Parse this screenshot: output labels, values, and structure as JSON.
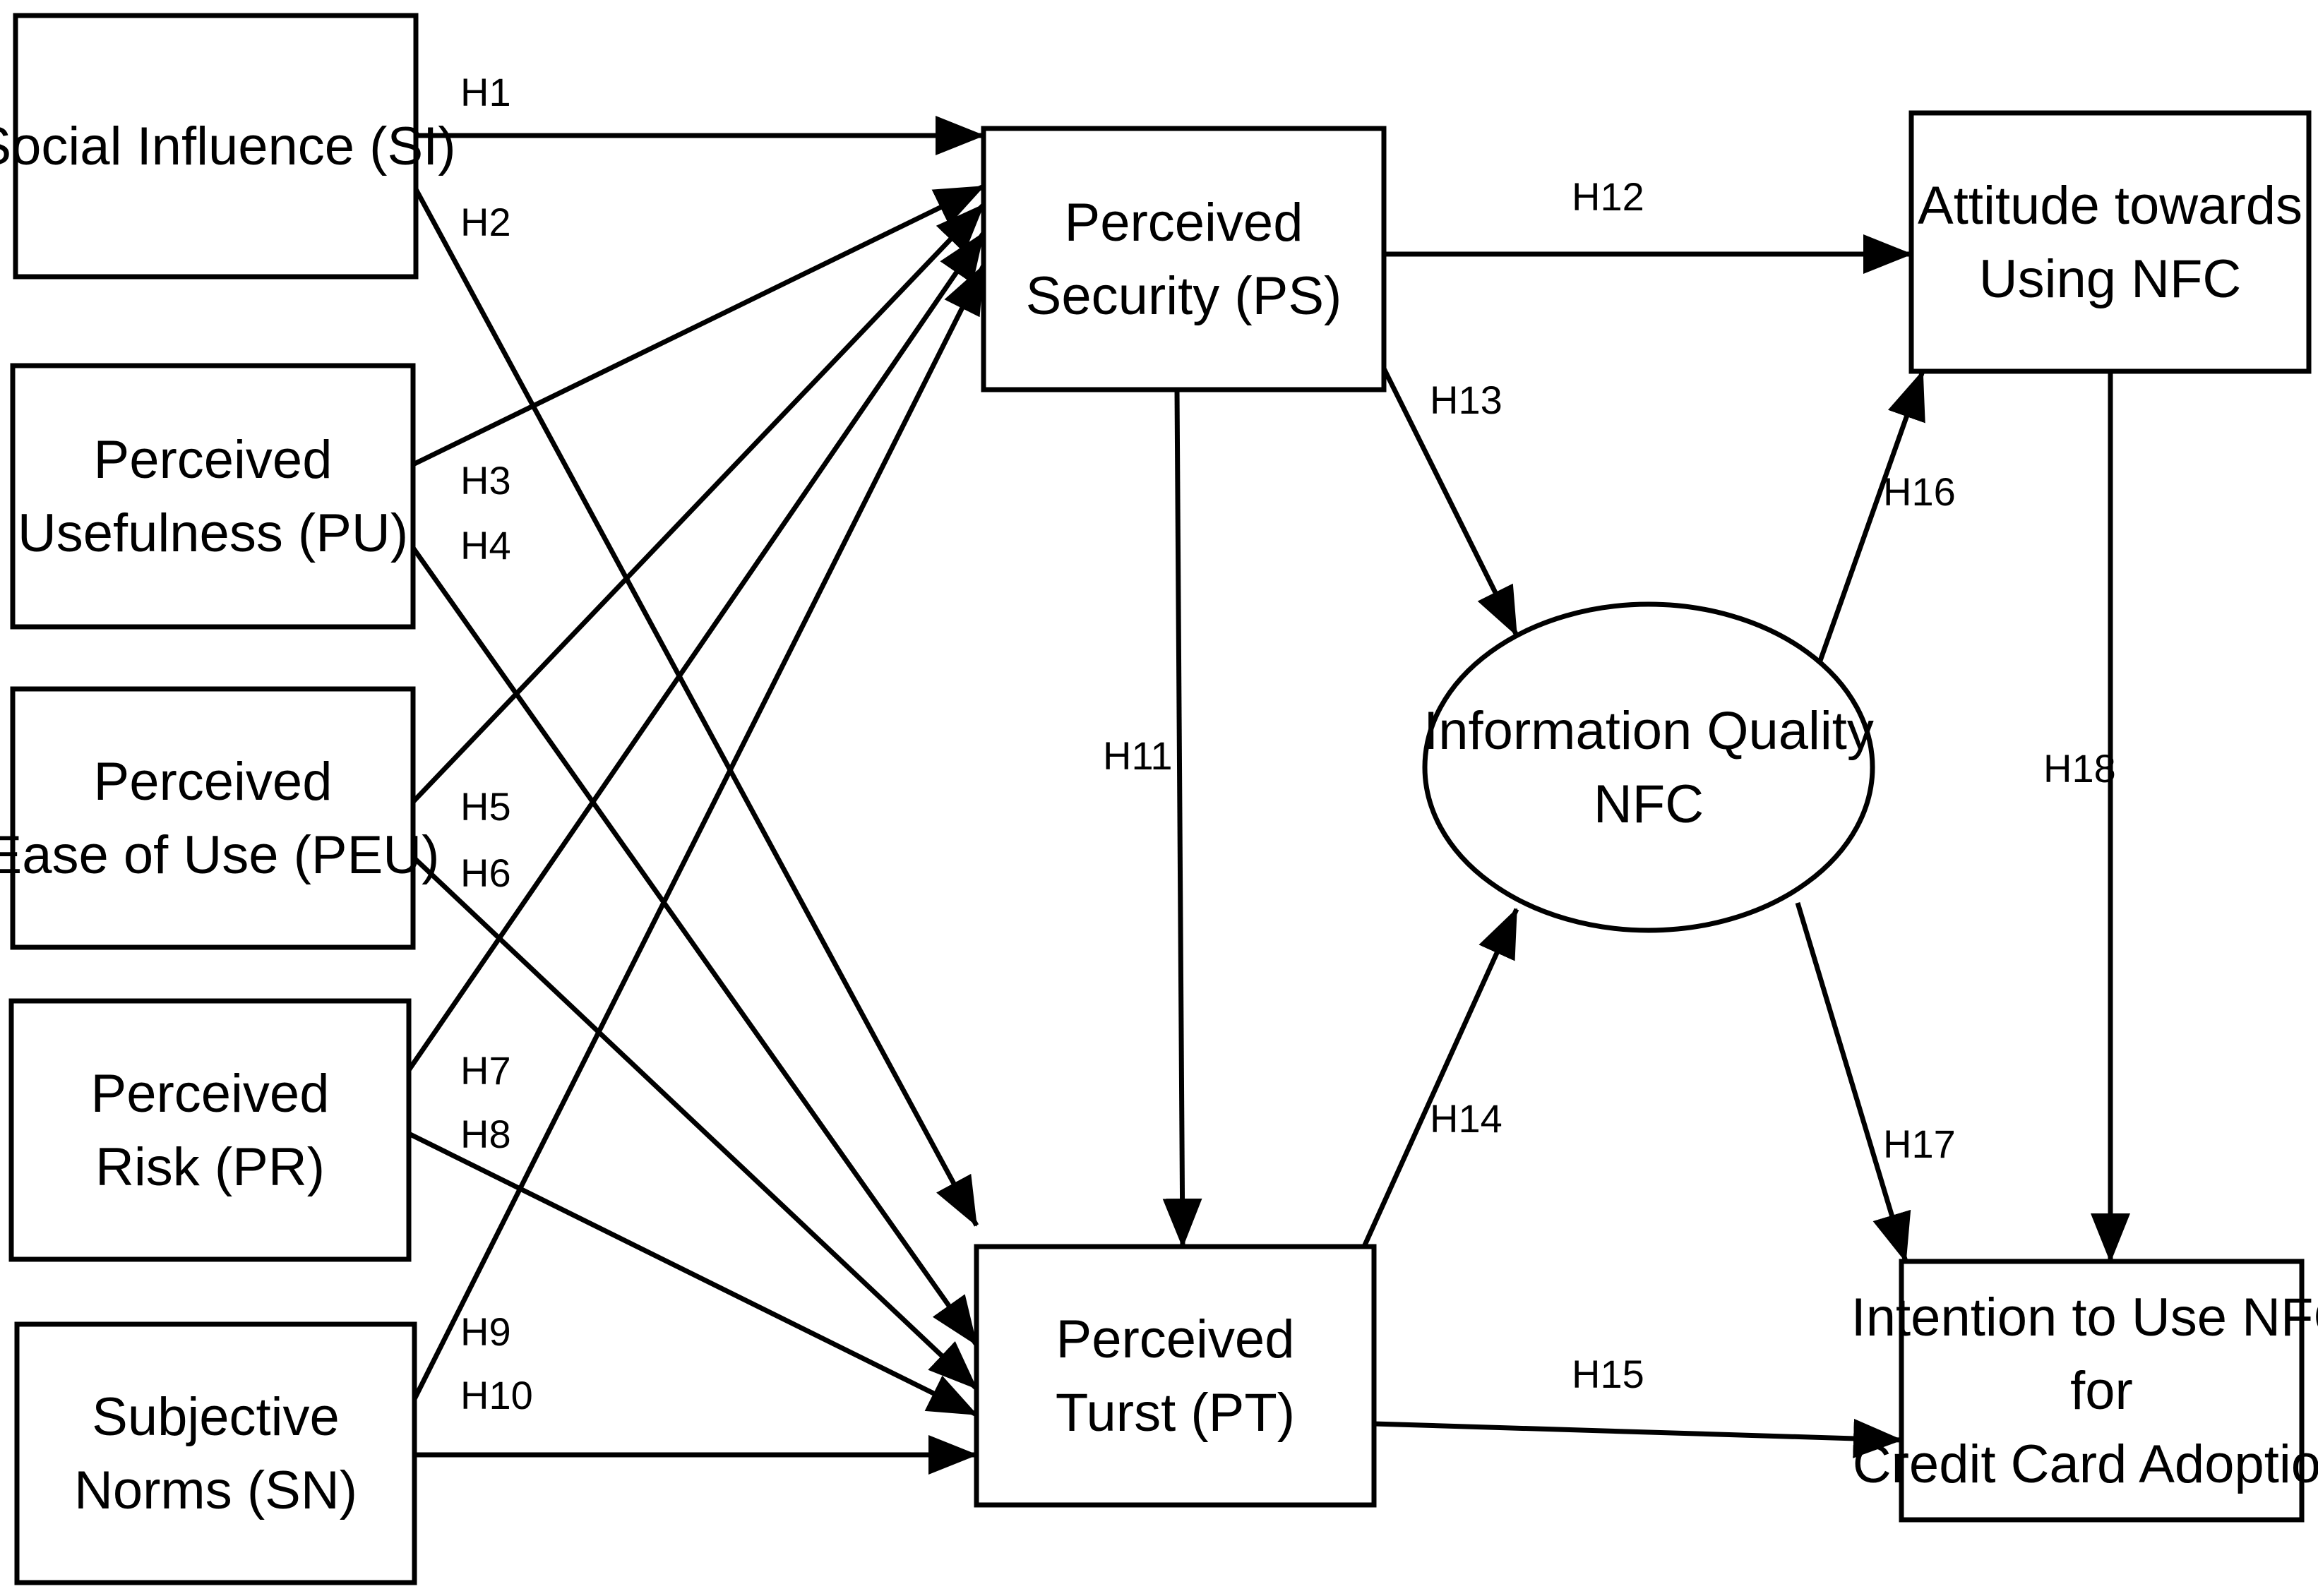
{
  "nodes": {
    "si": {
      "lines": [
        "Social Influence (SI)"
      ]
    },
    "pu": {
      "lines": [
        "Perceived",
        "Usefulness (PU)"
      ]
    },
    "peu": {
      "lines": [
        "Perceived",
        "Ease of Use (PEU)"
      ]
    },
    "pr": {
      "lines": [
        "Perceived",
        "Risk (PR)"
      ]
    },
    "sn": {
      "lines": [
        "Subjective",
        "Norms (SN)"
      ]
    },
    "ps": {
      "lines": [
        "Perceived",
        "Security (PS)"
      ]
    },
    "pt": {
      "lines": [
        "Perceived",
        "Turst (PT)"
      ]
    },
    "iq": {
      "lines": [
        "Information Quality",
        "NFC"
      ]
    },
    "att": {
      "lines": [
        "Attitude towards",
        "Using NFC"
      ]
    },
    "int": {
      "lines": [
        "Intention to Use NFC",
        "for",
        "Credit Card Adoption"
      ]
    }
  },
  "edges": [
    {
      "from": "si",
      "to": "ps",
      "label": "H1"
    },
    {
      "from": "si",
      "to": "pt",
      "label": "H2"
    },
    {
      "from": "pu",
      "to": "ps",
      "label": "H3"
    },
    {
      "from": "pu",
      "to": "pt",
      "label": "H4"
    },
    {
      "from": "peu",
      "to": "ps",
      "label": "H5"
    },
    {
      "from": "peu",
      "to": "pt",
      "label": "H6"
    },
    {
      "from": "pr",
      "to": "ps",
      "label": "H7"
    },
    {
      "from": "pr",
      "to": "pt",
      "label": "H8"
    },
    {
      "from": "sn",
      "to": "ps",
      "label": "H9"
    },
    {
      "from": "sn",
      "to": "pt",
      "label": "H10"
    },
    {
      "from": "ps",
      "to": "pt",
      "label": "H11"
    },
    {
      "from": "ps",
      "to": "att",
      "label": "H12"
    },
    {
      "from": "ps",
      "to": "iq",
      "label": "H13"
    },
    {
      "from": "pt",
      "to": "iq",
      "label": "H14"
    },
    {
      "from": "pt",
      "to": "int",
      "label": "H15"
    },
    {
      "from": "iq",
      "to": "att",
      "label": "H16"
    },
    {
      "from": "iq",
      "to": "int",
      "label": "H17"
    },
    {
      "from": "att",
      "to": "int",
      "label": "H18"
    }
  ]
}
